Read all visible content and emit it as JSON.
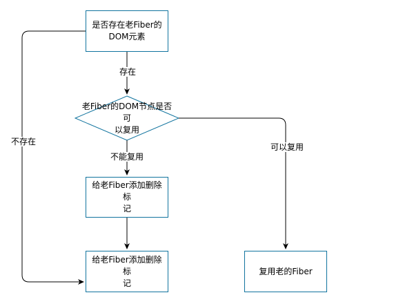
{
  "colors": {
    "node_stroke": "#10739e",
    "edge_stroke": "#000000",
    "background": "#ffffff"
  },
  "nodes": {
    "check_old_dom": "是否存在老Fiber的\nDOM元素",
    "check_reuse": "老Fiber的DOM节点是否可\n以复用",
    "mark_delete_1": "给老Fiber添加删除标\n记",
    "mark_delete_2": "给老Fiber添加删除标\n记",
    "reuse_old_fiber": "复用老的Fiber"
  },
  "edge_labels": {
    "exists": "存在",
    "not_exists": "不存在",
    "cannot_reuse": "不能复用",
    "can_reuse": "可以复用"
  }
}
